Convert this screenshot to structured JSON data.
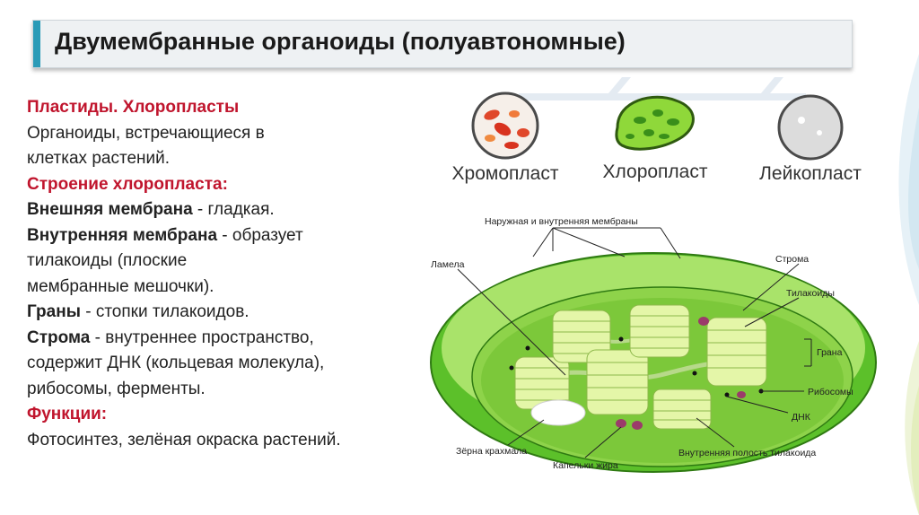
{
  "slide": {
    "title": "Двумембранные органоиды (полуавтономные)"
  },
  "left_text": {
    "heading": "Пластиды. Хлоропласты",
    "intro_1": "Органоиды, встречающиеся в",
    "intro_2": "клетках растений.",
    "structure_heading": "Строение хлоропласта:",
    "outer_term": "Внешняя мембрана",
    "outer_desc": " - гладкая.",
    "inner_term": "Внутренняя мембрана",
    "inner_desc": " - образует",
    "inner_desc_2": "тилакоиды (плоские",
    "inner_desc_3": "мембранные мешочки).",
    "grana_term": "Граны",
    "grana_desc": " - стопки тилакоидов.",
    "stroma_term": "Строма",
    "stroma_desc": " - внутреннее пространство,",
    "stroma_desc_2": "содержит ДНК (кольцевая молекула),",
    "stroma_desc_3": "рибосомы, ферменты.",
    "functions_heading": "Функции:",
    "functions_desc": "Фотосинтез, зелёная окраска растений."
  },
  "plastids": {
    "chromoplast": "Хромопласт",
    "chloroplast": "Хлоропласт",
    "leucoplast": "Лейкопласт"
  },
  "diagram_labels": {
    "membranes": "Наружная и внутренняя мембраны",
    "lamella": "Ламела",
    "stroma": "Строма",
    "thylakoids": "Тилакоиды",
    "grana": "Грана",
    "ribosomes": "Рибосомы",
    "dna": "ДНК",
    "starch": "Зёрна крахмала",
    "lipid": "Капельки жира",
    "lumen": "Внутренняя полость тилакоида"
  }
}
